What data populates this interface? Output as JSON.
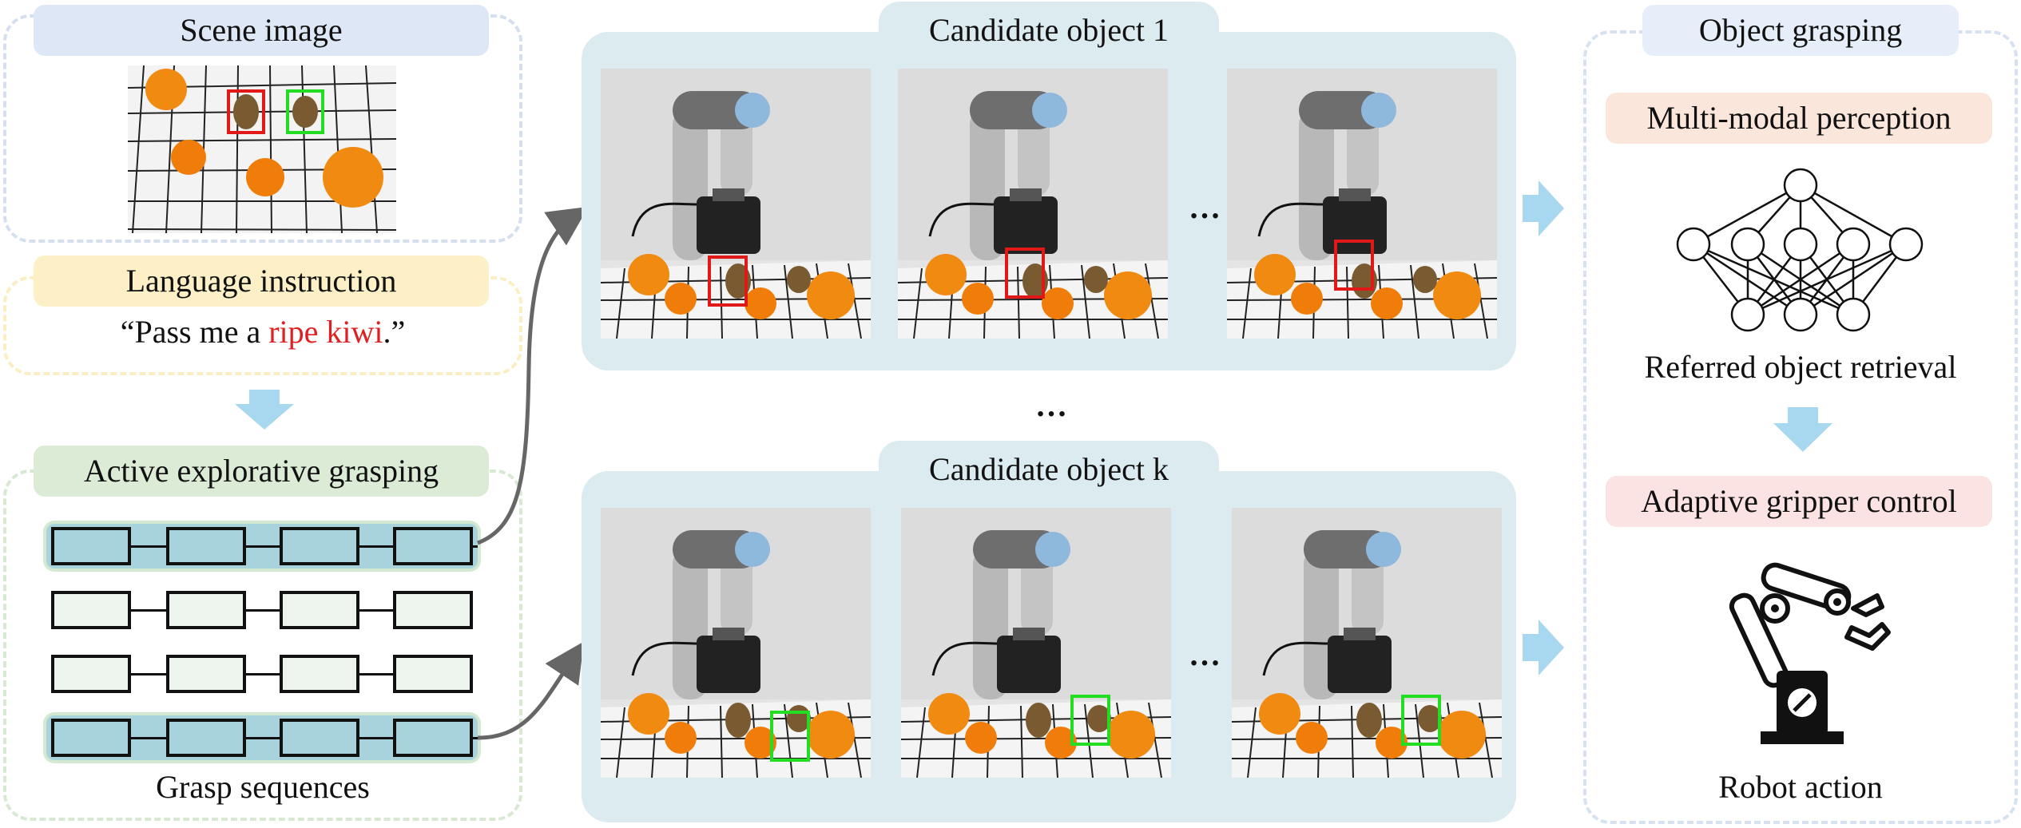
{
  "left": {
    "scene_title": "Scene image",
    "language_title": "Language instruction",
    "instruction_prefix": "“Pass me a ",
    "instruction_highlight": "ripe kiwi",
    "instruction_suffix": ".”",
    "explore_title": "Active explorative grasping",
    "sequences_label": "Grasp sequences",
    "sequence_rows": [
      {
        "highlighted": true
      },
      {
        "highlighted": false
      },
      {
        "highlighted": false
      },
      {
        "highlighted": true
      }
    ]
  },
  "middle": {
    "candidate_1_title": "Candidate object 1",
    "candidate_k_title": "Candidate object k",
    "ellipsis": "…",
    "between_ellipsis": "…"
  },
  "right": {
    "title": "Object grasping",
    "perception_label": "Multi-modal perception",
    "retrieval_label": "Referred object retrieval",
    "gripper_label": "Adaptive gripper control",
    "action_label": "Robot action"
  },
  "colors": {
    "scene_pill": "#dde7f5",
    "language_pill": "#fdefc6",
    "explore_pill": "#dcebd6",
    "candidate_panel": "#dcebf0",
    "object_pill": "#e6eefa",
    "perception_pill": "#fbe6dc",
    "gripper_pill": "#fbe3e3",
    "arrow_blue": "#a8d8f0",
    "highlight_red": "#e02020",
    "box_red": "#e01818",
    "box_green": "#22dd22",
    "seq_fill_highlight": "#a9d3dc",
    "seq_fill_plain": "#eef5ee"
  }
}
